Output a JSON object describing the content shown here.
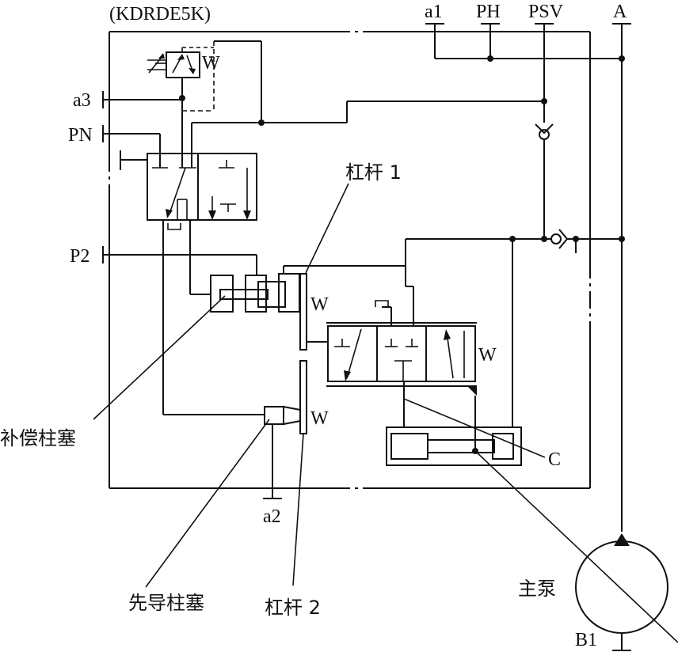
{
  "diagram": {
    "model_label": "(KDRDE5K)",
    "ports": {
      "a1": "a1",
      "ph": "PH",
      "psv": "PSV",
      "a": "A",
      "a3": "a3",
      "pn": "PN",
      "p2": "P2",
      "a2": "a2",
      "b1": "B1"
    },
    "callouts": {
      "lever1": "杠杆 1",
      "lever2": "杠杆 2",
      "compensating_piston": "补偿柱塞",
      "pilot_piston": "先导柱塞",
      "c": "C",
      "main_pump": "主泵"
    },
    "spring_symbol": "W"
  }
}
